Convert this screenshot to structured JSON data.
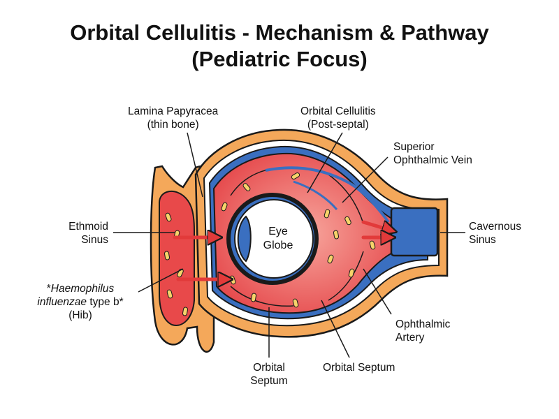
{
  "title": {
    "line1": "Orbital Cellulitis - Mechanism & Pathway",
    "line2": "(Pediatric Focus)"
  },
  "labels": {
    "lamina": {
      "line1": "Lamina Papyracea",
      "line2": "(thin bone)"
    },
    "orbital_cellulitis": {
      "line1": "Orbital Cellulitis",
      "line2": "(Post-septal)"
    },
    "superior_vein": {
      "line1": "Superior",
      "line2": "Ophthalmic Vein"
    },
    "ethmoid": {
      "line1": "Ethmoid",
      "line2": "Sinus"
    },
    "cavernous": {
      "line1": "Cavernous",
      "line2": "Sinus"
    },
    "hib": {
      "line1_prefix": "*",
      "line1_italic": "Haemophilus",
      "line2_italic": "influenzae",
      "line2_rest": " type b*",
      "line3": "(Hib)"
    },
    "ophthalmic_artery": {
      "line1": "Ophthalmic",
      "line2": "Artery"
    },
    "orbital_septum_left": {
      "line1": "Orbital",
      "line2": "Septum"
    },
    "orbital_septum_right": "Orbital Septum",
    "eye": {
      "line1": "Eye",
      "line2": "Globe"
    }
  },
  "colors": {
    "bone_orange": "#f4a85a",
    "bone_stroke": "#1a1a1a",
    "infection_red": "#e8494a",
    "infection_light": "#f58a82",
    "vein_blue": "#3a6fc0",
    "bacteria_yellow": "#f7d36a",
    "arrow_red": "#e23a3a"
  }
}
